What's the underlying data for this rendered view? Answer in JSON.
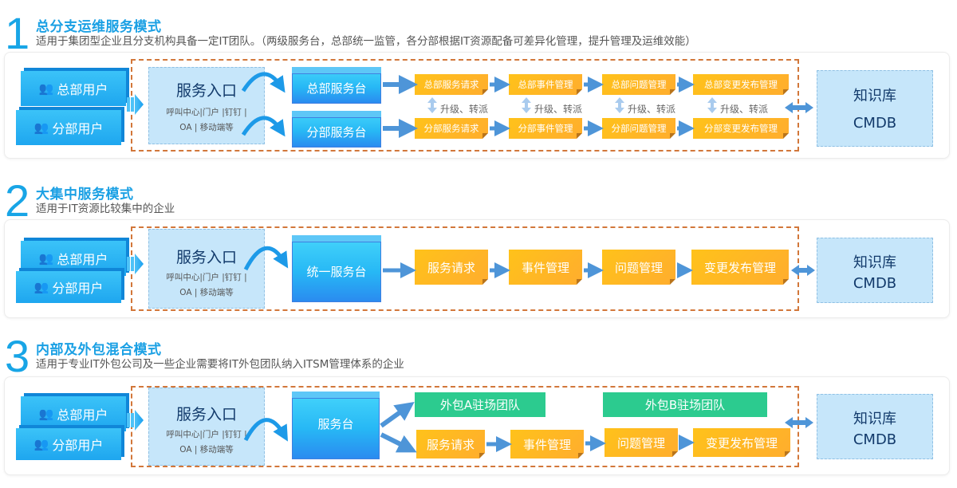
{
  "colors": {
    "accent": "#18a5e6",
    "orange": "#ffb522",
    "green": "#2ccb8f",
    "arrow": "#4e95d8",
    "dash": "#d2773a",
    "entry_bg": "#c6e6fa"
  },
  "sections": [
    {
      "number": "1",
      "title": "总分支运维服务模式",
      "subtitle": "适用于集团型企业且分支机构具备一定IT团队。（两级服务台，总部统一监管，各分部根据IT资源配备可差异化管理，提升管理及运维效能）",
      "users": [
        "总部用户",
        "分部用户"
      ],
      "entry": {
        "title": "服务入口",
        "line1": "呼叫中心|门户 |钉钉 |",
        "line2": "OA | 移动端等"
      },
      "desks": [
        "总部服务台",
        "分部服务台"
      ],
      "hq_flow": [
        "总部服务请求",
        "总部事件管理",
        "总部问题管理",
        "总部变更发布管理"
      ],
      "branch_flow": [
        "分部服务请求",
        "分部事件管理",
        "分部问题管理",
        "分部变更发布管理"
      ],
      "escalation_label": "升级、转派",
      "kb": {
        "line1": "知识库",
        "line2": "CMDB"
      }
    },
    {
      "number": "2",
      "title": "大集中服务模式",
      "subtitle": "适用于IT资源比较集中的企业",
      "users": [
        "总部用户",
        "分部用户"
      ],
      "entry": {
        "title": "服务入口",
        "line1": "呼叫中心|门户 |钉钉 |",
        "line2": "OA | 移动端等"
      },
      "desk": "统一服务台",
      "flow": [
        "服务请求",
        "事件管理",
        "问题管理",
        "变更发布管理"
      ],
      "kb": {
        "line1": "知识库",
        "line2": "CMDB"
      }
    },
    {
      "number": "3",
      "title": "内部及外包混合模式",
      "subtitle": "适用于专业IT外包公司及一些企业需要将IT外包团队纳入ITSM管理体系的企业",
      "users": [
        "总部用户",
        "分部用户"
      ],
      "entry": {
        "title": "服务入口",
        "line1": "呼叫中心|门户 |钉钉 |",
        "line2": "OA | 移动端等"
      },
      "desk": "服务台",
      "teams": [
        "外包A驻场团队",
        "外包B驻场团队"
      ],
      "flow": [
        "服务请求",
        "事件管理",
        "问题管理",
        "变更发布管理"
      ],
      "kb": {
        "line1": "知识库",
        "line2": "CMDB"
      }
    }
  ]
}
